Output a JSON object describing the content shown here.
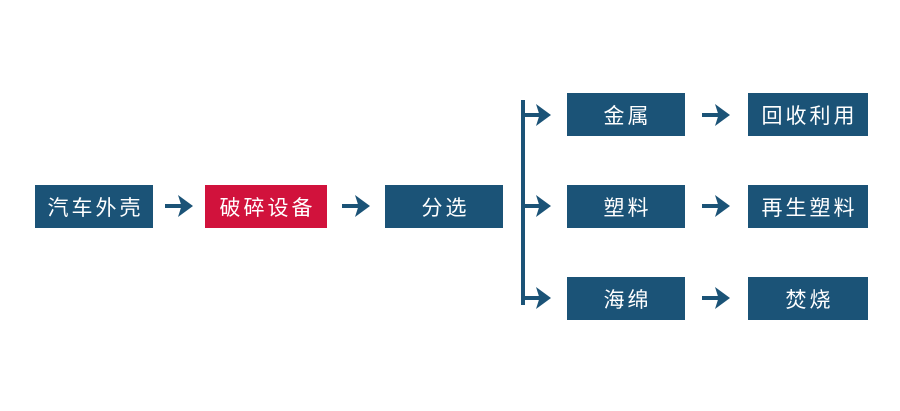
{
  "flowchart": {
    "nodes": {
      "car_shell": "汽车外壳",
      "crushing_equipment": "破碎设备",
      "sorting": "分选",
      "metal": "金属",
      "plastic": "塑料",
      "sponge": "海绵",
      "recycling": "回收利用",
      "recycled_plastic": "再生塑料",
      "incineration": "焚烧"
    },
    "colors": {
      "primary_blue": "#1b5377",
      "highlight_red": "#d1123c",
      "background": "#ffffff",
      "node_text": "#ffffff"
    }
  }
}
